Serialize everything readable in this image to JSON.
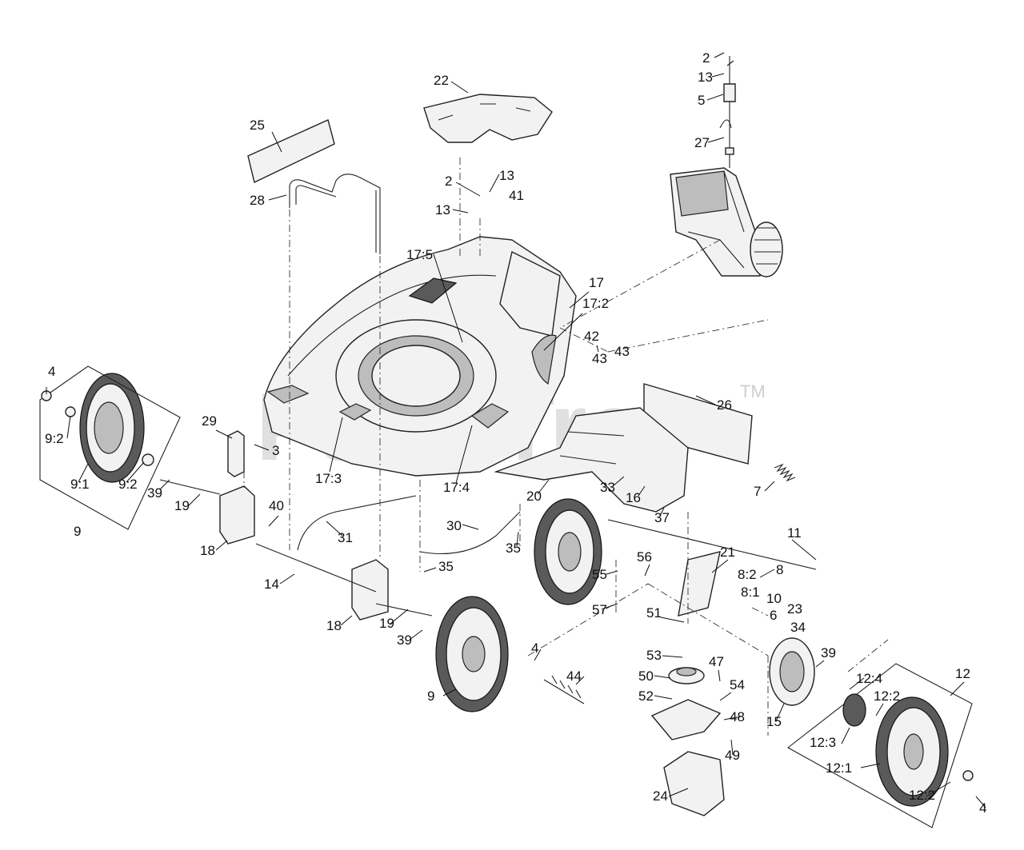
{
  "watermark": {
    "text": "PartsTree",
    "tm": "TM"
  },
  "labels": [
    {
      "id": "l2a",
      "text": "2"
    },
    {
      "id": "l13a",
      "text": "13"
    },
    {
      "id": "l5",
      "text": "5"
    },
    {
      "id": "l27",
      "text": "27"
    },
    {
      "id": "l22",
      "text": "22"
    },
    {
      "id": "l25",
      "text": "25"
    },
    {
      "id": "l28",
      "text": "28"
    },
    {
      "id": "l2b",
      "text": "2"
    },
    {
      "id": "l13b",
      "text": "13"
    },
    {
      "id": "l13c",
      "text": "13"
    },
    {
      "id": "l41",
      "text": "41"
    },
    {
      "id": "l17_5",
      "text": "17:5"
    },
    {
      "id": "l17",
      "text": "17"
    },
    {
      "id": "l17_2",
      "text": "17:2"
    },
    {
      "id": "l42",
      "text": "42"
    },
    {
      "id": "l43a",
      "text": "43"
    },
    {
      "id": "l43b",
      "text": "43"
    },
    {
      "id": "l4a",
      "text": "4"
    },
    {
      "id": "l9_2a",
      "text": "9:2"
    },
    {
      "id": "l9_1",
      "text": "9:1"
    },
    {
      "id": "l9_2b",
      "text": "9:2"
    },
    {
      "id": "l9a",
      "text": "9"
    },
    {
      "id": "l39a",
      "text": "39"
    },
    {
      "id": "l19a",
      "text": "19"
    },
    {
      "id": "l29",
      "text": "29"
    },
    {
      "id": "l3",
      "text": "3"
    },
    {
      "id": "l17_3",
      "text": "17:3"
    },
    {
      "id": "l17_4",
      "text": "17:4"
    },
    {
      "id": "l40",
      "text": "40"
    },
    {
      "id": "l18a",
      "text": "18"
    },
    {
      "id": "l31",
      "text": "31"
    },
    {
      "id": "l26",
      "text": "26"
    },
    {
      "id": "l7",
      "text": "7"
    },
    {
      "id": "l20",
      "text": "20"
    },
    {
      "id": "l33",
      "text": "33"
    },
    {
      "id": "l16",
      "text": "16"
    },
    {
      "id": "l37",
      "text": "37"
    },
    {
      "id": "l30",
      "text": "30"
    },
    {
      "id": "l35a",
      "text": "35"
    },
    {
      "id": "l35b",
      "text": "35"
    },
    {
      "id": "l11",
      "text": "11"
    },
    {
      "id": "l14",
      "text": "14"
    },
    {
      "id": "l21",
      "text": "21"
    },
    {
      "id": "l8",
      "text": "8"
    },
    {
      "id": "l8_2",
      "text": "8:2"
    },
    {
      "id": "l8_1",
      "text": "8:1"
    },
    {
      "id": "l56",
      "text": "56"
    },
    {
      "id": "l55",
      "text": "55"
    },
    {
      "id": "l10",
      "text": "10"
    },
    {
      "id": "l23",
      "text": "23"
    },
    {
      "id": "l6",
      "text": "6"
    },
    {
      "id": "l34",
      "text": "34"
    },
    {
      "id": "l57",
      "text": "57"
    },
    {
      "id": "l18b",
      "text": "18"
    },
    {
      "id": "l19b",
      "text": "19"
    },
    {
      "id": "l39b",
      "text": "39"
    },
    {
      "id": "l51",
      "text": "51"
    },
    {
      "id": "l53",
      "text": "53"
    },
    {
      "id": "l4b",
      "text": "4"
    },
    {
      "id": "l47",
      "text": "47"
    },
    {
      "id": "l39c",
      "text": "39"
    },
    {
      "id": "l12",
      "text": "12"
    },
    {
      "id": "l44",
      "text": "44"
    },
    {
      "id": "l50",
      "text": "50"
    },
    {
      "id": "l54",
      "text": "54"
    },
    {
      "id": "l12_4",
      "text": "12:4"
    },
    {
      "id": "l9b",
      "text": "9"
    },
    {
      "id": "l52",
      "text": "52"
    },
    {
      "id": "l12_2a",
      "text": "12:2"
    },
    {
      "id": "l48",
      "text": "48"
    },
    {
      "id": "l15",
      "text": "15"
    },
    {
      "id": "l12_3",
      "text": "12:3"
    },
    {
      "id": "l49",
      "text": "49"
    },
    {
      "id": "l12_1",
      "text": "12:1"
    },
    {
      "id": "l24",
      "text": "24"
    },
    {
      "id": "l12_2b",
      "text": "12:2"
    },
    {
      "id": "l4c",
      "text": "4"
    }
  ]
}
